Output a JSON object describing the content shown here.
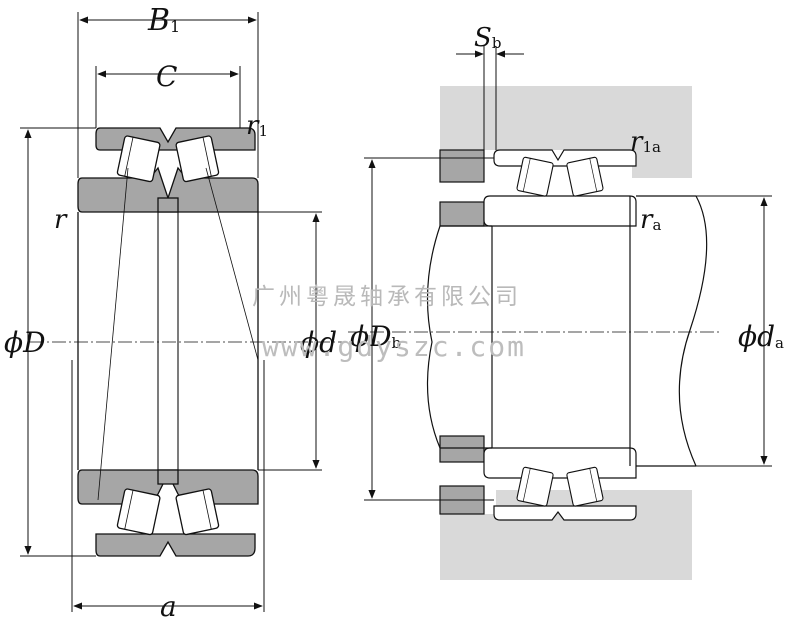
{
  "labels": {
    "B1": {
      "main": "B",
      "sub": "1"
    },
    "C": "C",
    "r1": {
      "main": "r",
      "sub": "1"
    },
    "r": "r",
    "phiD": "ϕD",
    "phid": "ϕd",
    "a": "a",
    "Sb": {
      "main": "S",
      "sub": "b"
    },
    "r1a": {
      "main": "r",
      "sub": "1a"
    },
    "ra": {
      "main": "r",
      "sub": "a"
    },
    "phiDb": {
      "main": "ϕD",
      "sub": "b"
    },
    "phida": {
      "main": "ϕd",
      "sub": "a"
    }
  },
  "watermark": {
    "company": "广州粤晟轴承有限公司",
    "url": "www.gdyszc.com"
  },
  "colors": {
    "bearing_fill": "#a6a6a6",
    "housing_fill": "#d9d9d9",
    "line": "#111111",
    "watermark": "#b9b9b9"
  }
}
